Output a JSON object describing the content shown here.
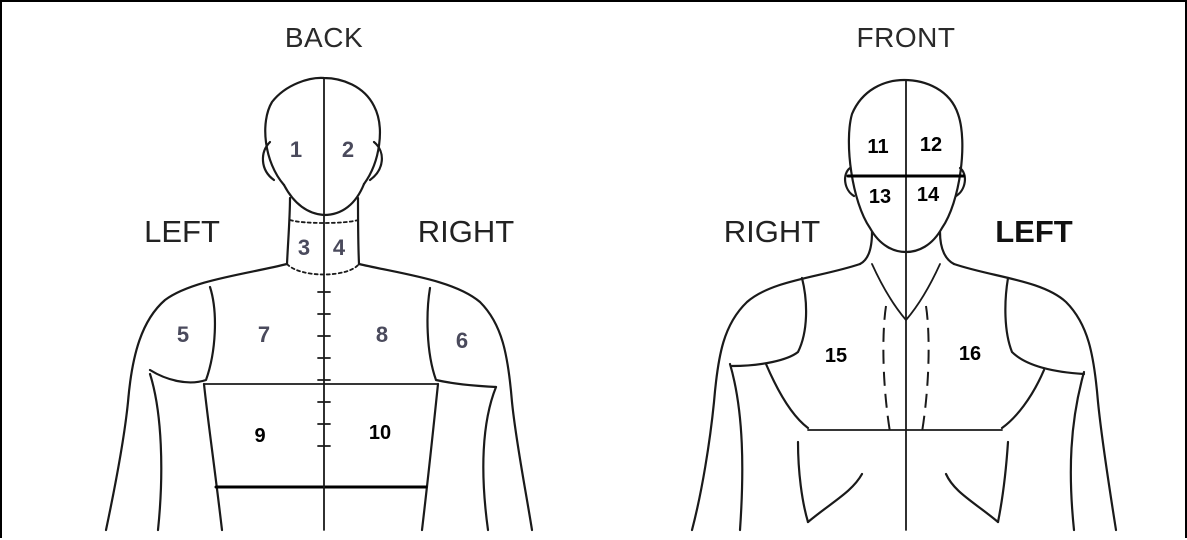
{
  "back": {
    "title": "BACK",
    "left_label": "LEFT",
    "right_label": "RIGHT",
    "regions": [
      "1",
      "2",
      "3",
      "4",
      "5",
      "6",
      "7",
      "8",
      "9",
      "10"
    ]
  },
  "front": {
    "title": "FRONT",
    "right_label": "RIGHT",
    "left_label": "LEFT",
    "regions": [
      "11",
      "12",
      "13",
      "14",
      "15",
      "16"
    ]
  }
}
